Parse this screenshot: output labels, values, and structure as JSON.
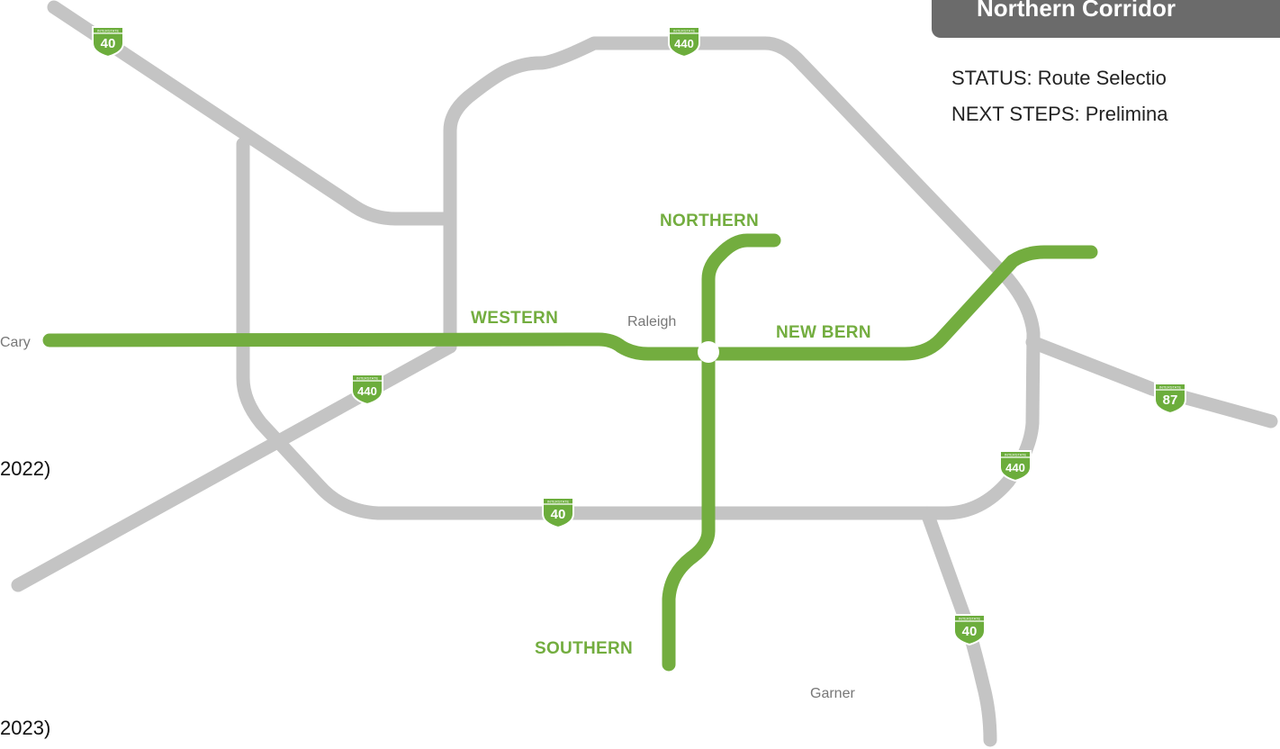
{
  "info_panel": {
    "title": "Northern Corridor",
    "status": "STATUS: Route Selectio",
    "next_steps": "NEXT STEPS: Prelimina"
  },
  "left_text": {
    "year_1": "2022)",
    "year_2": "2023)"
  },
  "corridors": {
    "northern": "NORTHERN",
    "western": "WESTERN",
    "new_bern": "NEW BERN",
    "southern": "SOUTHERN"
  },
  "places": {
    "raleigh": "Raleigh",
    "cary": "Cary",
    "garner": "Garner"
  },
  "shields": {
    "top_word": "INTERSTATE",
    "i40": "40",
    "i440": "440",
    "i87": "87"
  },
  "colors": {
    "corridor_green": "#73ad3f",
    "road_gray": "#c4c4c4",
    "shield_green": "#6cad3c",
    "panel_gray": "#6b6b6b"
  }
}
